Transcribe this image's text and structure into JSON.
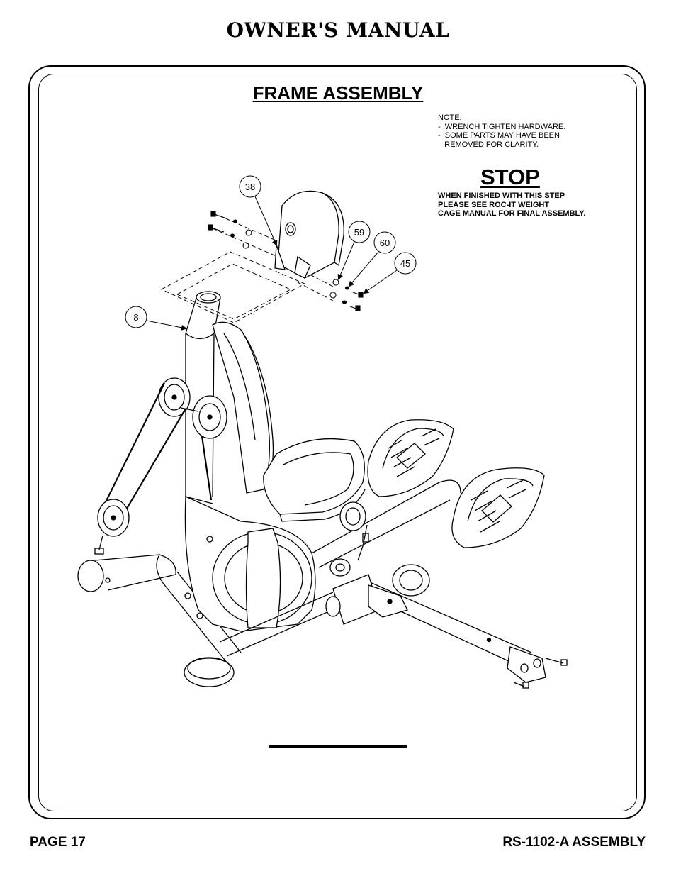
{
  "header": {
    "title": "OWNER'S MANUAL"
  },
  "section": {
    "title": "FRAME ASSEMBLY"
  },
  "note": {
    "lines": [
      "NOTE:",
      "-  WRENCH TIGHTEN HARDWARE.",
      "-  SOME PARTS MAY HAVE BEEN",
      "   REMOVED FOR CLARITY."
    ]
  },
  "stop": {
    "title": "STOP",
    "lines": [
      "WHEN FINISHED WITH THIS STEP",
      "PLEASE SEE ROC-IT WEIGHT",
      "CAGE MANUAL FOR FINAL ASSEMBLY."
    ]
  },
  "callouts": {
    "c38": "38",
    "c59": "59",
    "c60": "60",
    "c45": "45",
    "c8": "8"
  },
  "footer": {
    "page": "PAGE 17",
    "model": "RS-1102-A ASSEMBLY"
  },
  "colors": {
    "ink": "#000000",
    "paper": "#ffffff"
  }
}
